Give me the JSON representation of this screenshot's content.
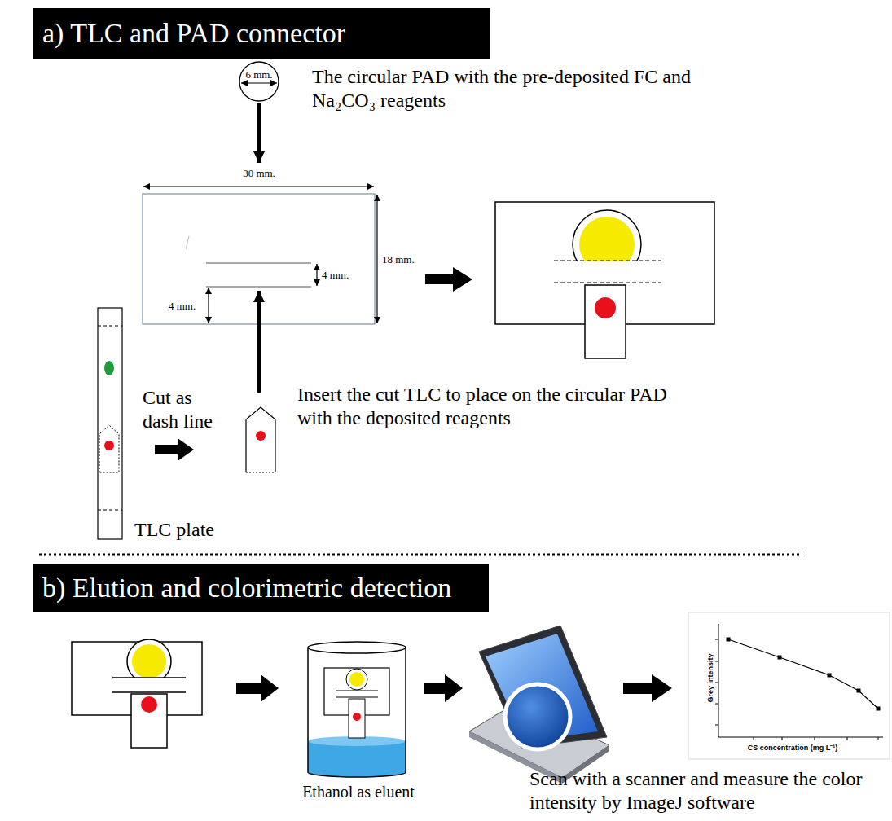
{
  "diagram": {
    "nodes": [
      {
        "text": [
          "a) TLC and PAD connector"
        ]
      },
      {
        "text": [
          "6 mm."
        ]
      },
      {
        "text": [
          "b) Elution and colorimetric detection"
        ]
      },
      {
        "text": [
          "Grey intensity",
          "CS concentration (mg L⁻¹)"
        ]
      }
    ],
    "labels": [
      "The circular PAD with the pre-deposited FC and Na₂CO₃ reagents",
      "30 mm.",
      "18 mm.",
      "4 mm.",
      "4 mm.",
      "Cut as dash line",
      "Insert the cut TLC to place on the circular PAD with the deposited reagents",
      "TLC plate",
      "Ethanol as eluent",
      "Scan with a scanner and measure the color intensity by ImageJ software"
    ]
  }
}
